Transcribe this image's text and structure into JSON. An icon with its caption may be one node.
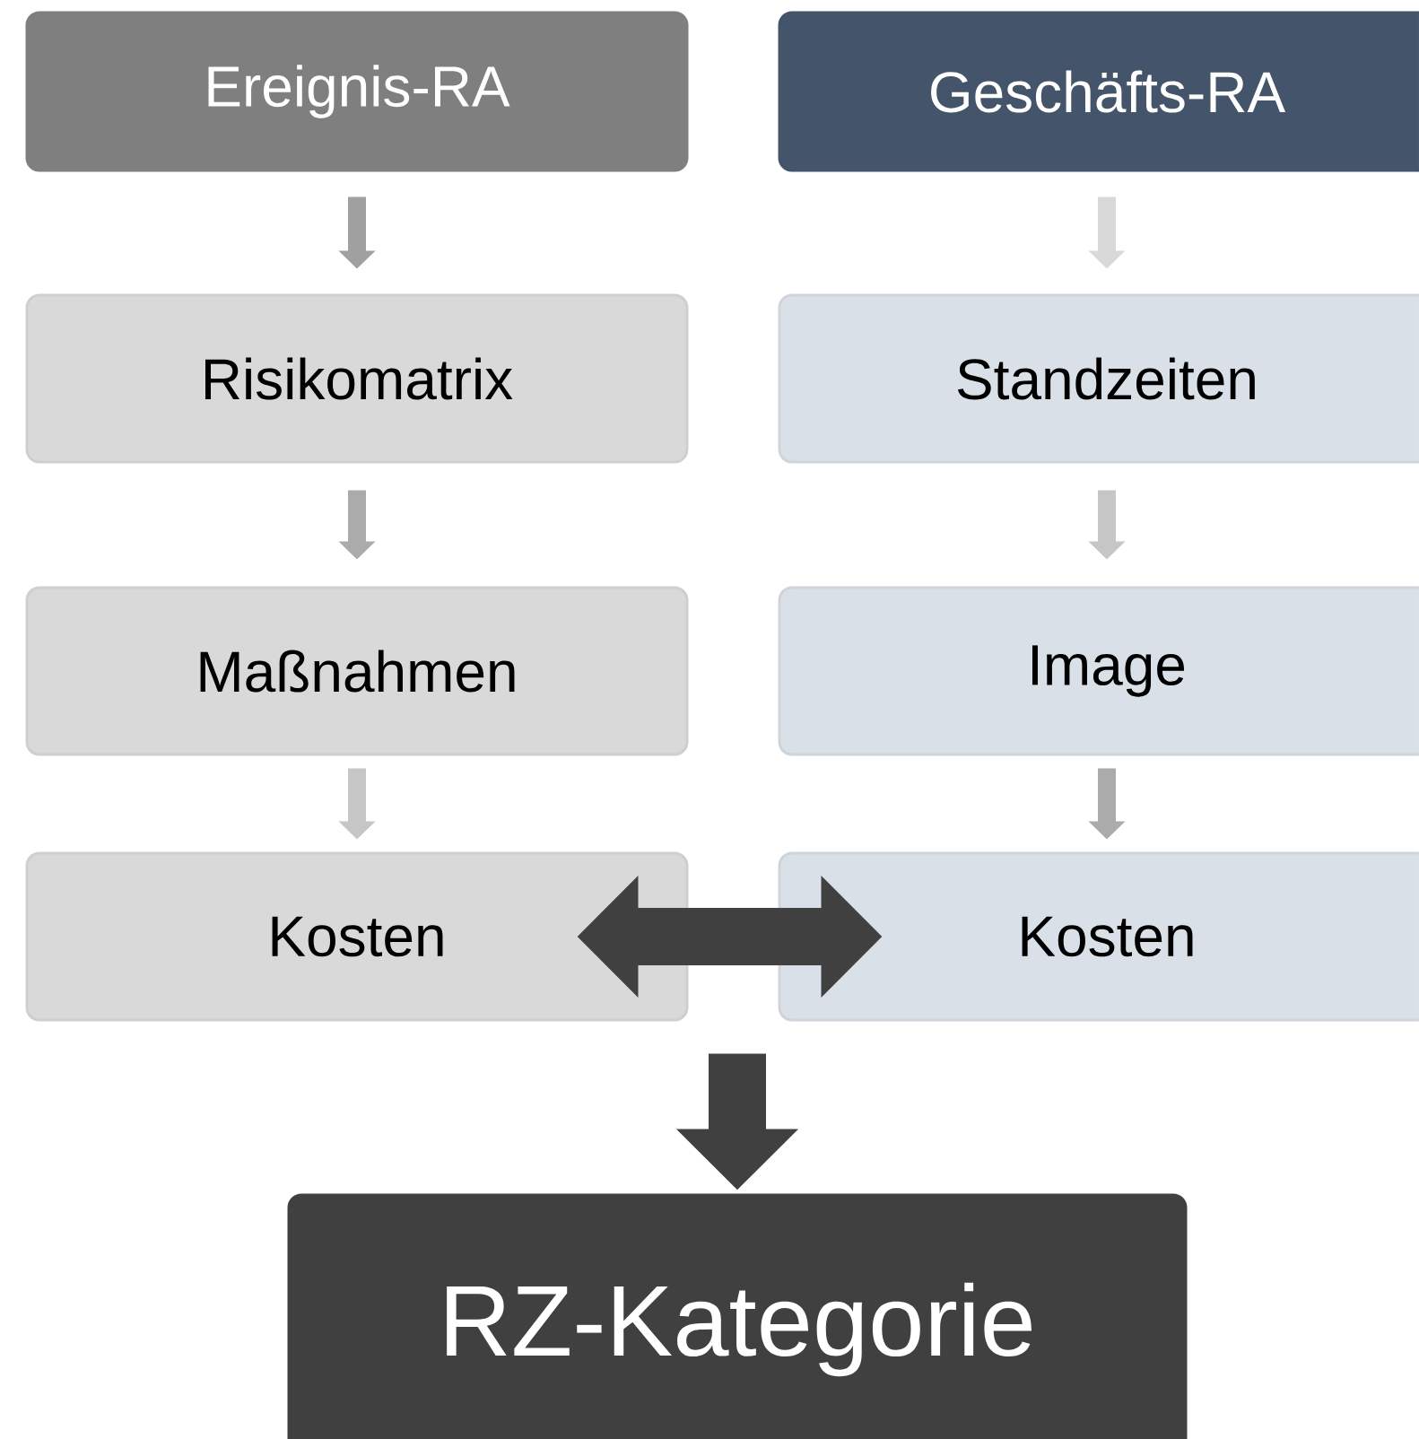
{
  "diagram": {
    "nodes": [
      {
        "text": [
          "Ereignis-RA"
        ]
      },
      {
        "text": [
          "Geschäfts-RA"
        ]
      },
      {
        "text": [
          "Risikomatrix"
        ]
      },
      {
        "text": [
          "Standzeiten"
        ]
      },
      {
        "text": [
          "Maßnahmen"
        ]
      },
      {
        "text": [
          "Image"
        ]
      },
      {
        "text": [
          "Kosten"
        ]
      },
      {
        "text": [
          "Kosten"
        ]
      },
      {
        "text": [
          "RZ-Kategorie"
        ]
      }
    ],
    "edges": [
      {
        "from": 0,
        "to": 2,
        "arrow": "to",
        "color": "#a0a0a0"
      },
      {
        "from": 2,
        "to": 4,
        "arrow": "to",
        "color": "#ababab"
      },
      {
        "from": 4,
        "to": 6,
        "arrow": "to",
        "color": "#c6c6c6"
      },
      {
        "from": 1,
        "to": 3,
        "arrow": "to",
        "color": "#d9d9d9"
      },
      {
        "from": 3,
        "to": 5,
        "arrow": "to",
        "color": "#c6c6c6"
      },
      {
        "from": 5,
        "to": 7,
        "arrow": "to",
        "color": "#ababab"
      },
      {
        "from": 6,
        "to": 7,
        "arrow": "both",
        "style": "thick",
        "color": "#404040"
      },
      {
        "from": null,
        "to": 8,
        "arrow": "to",
        "style": "thick",
        "color": "#404040"
      }
    ]
  }
}
